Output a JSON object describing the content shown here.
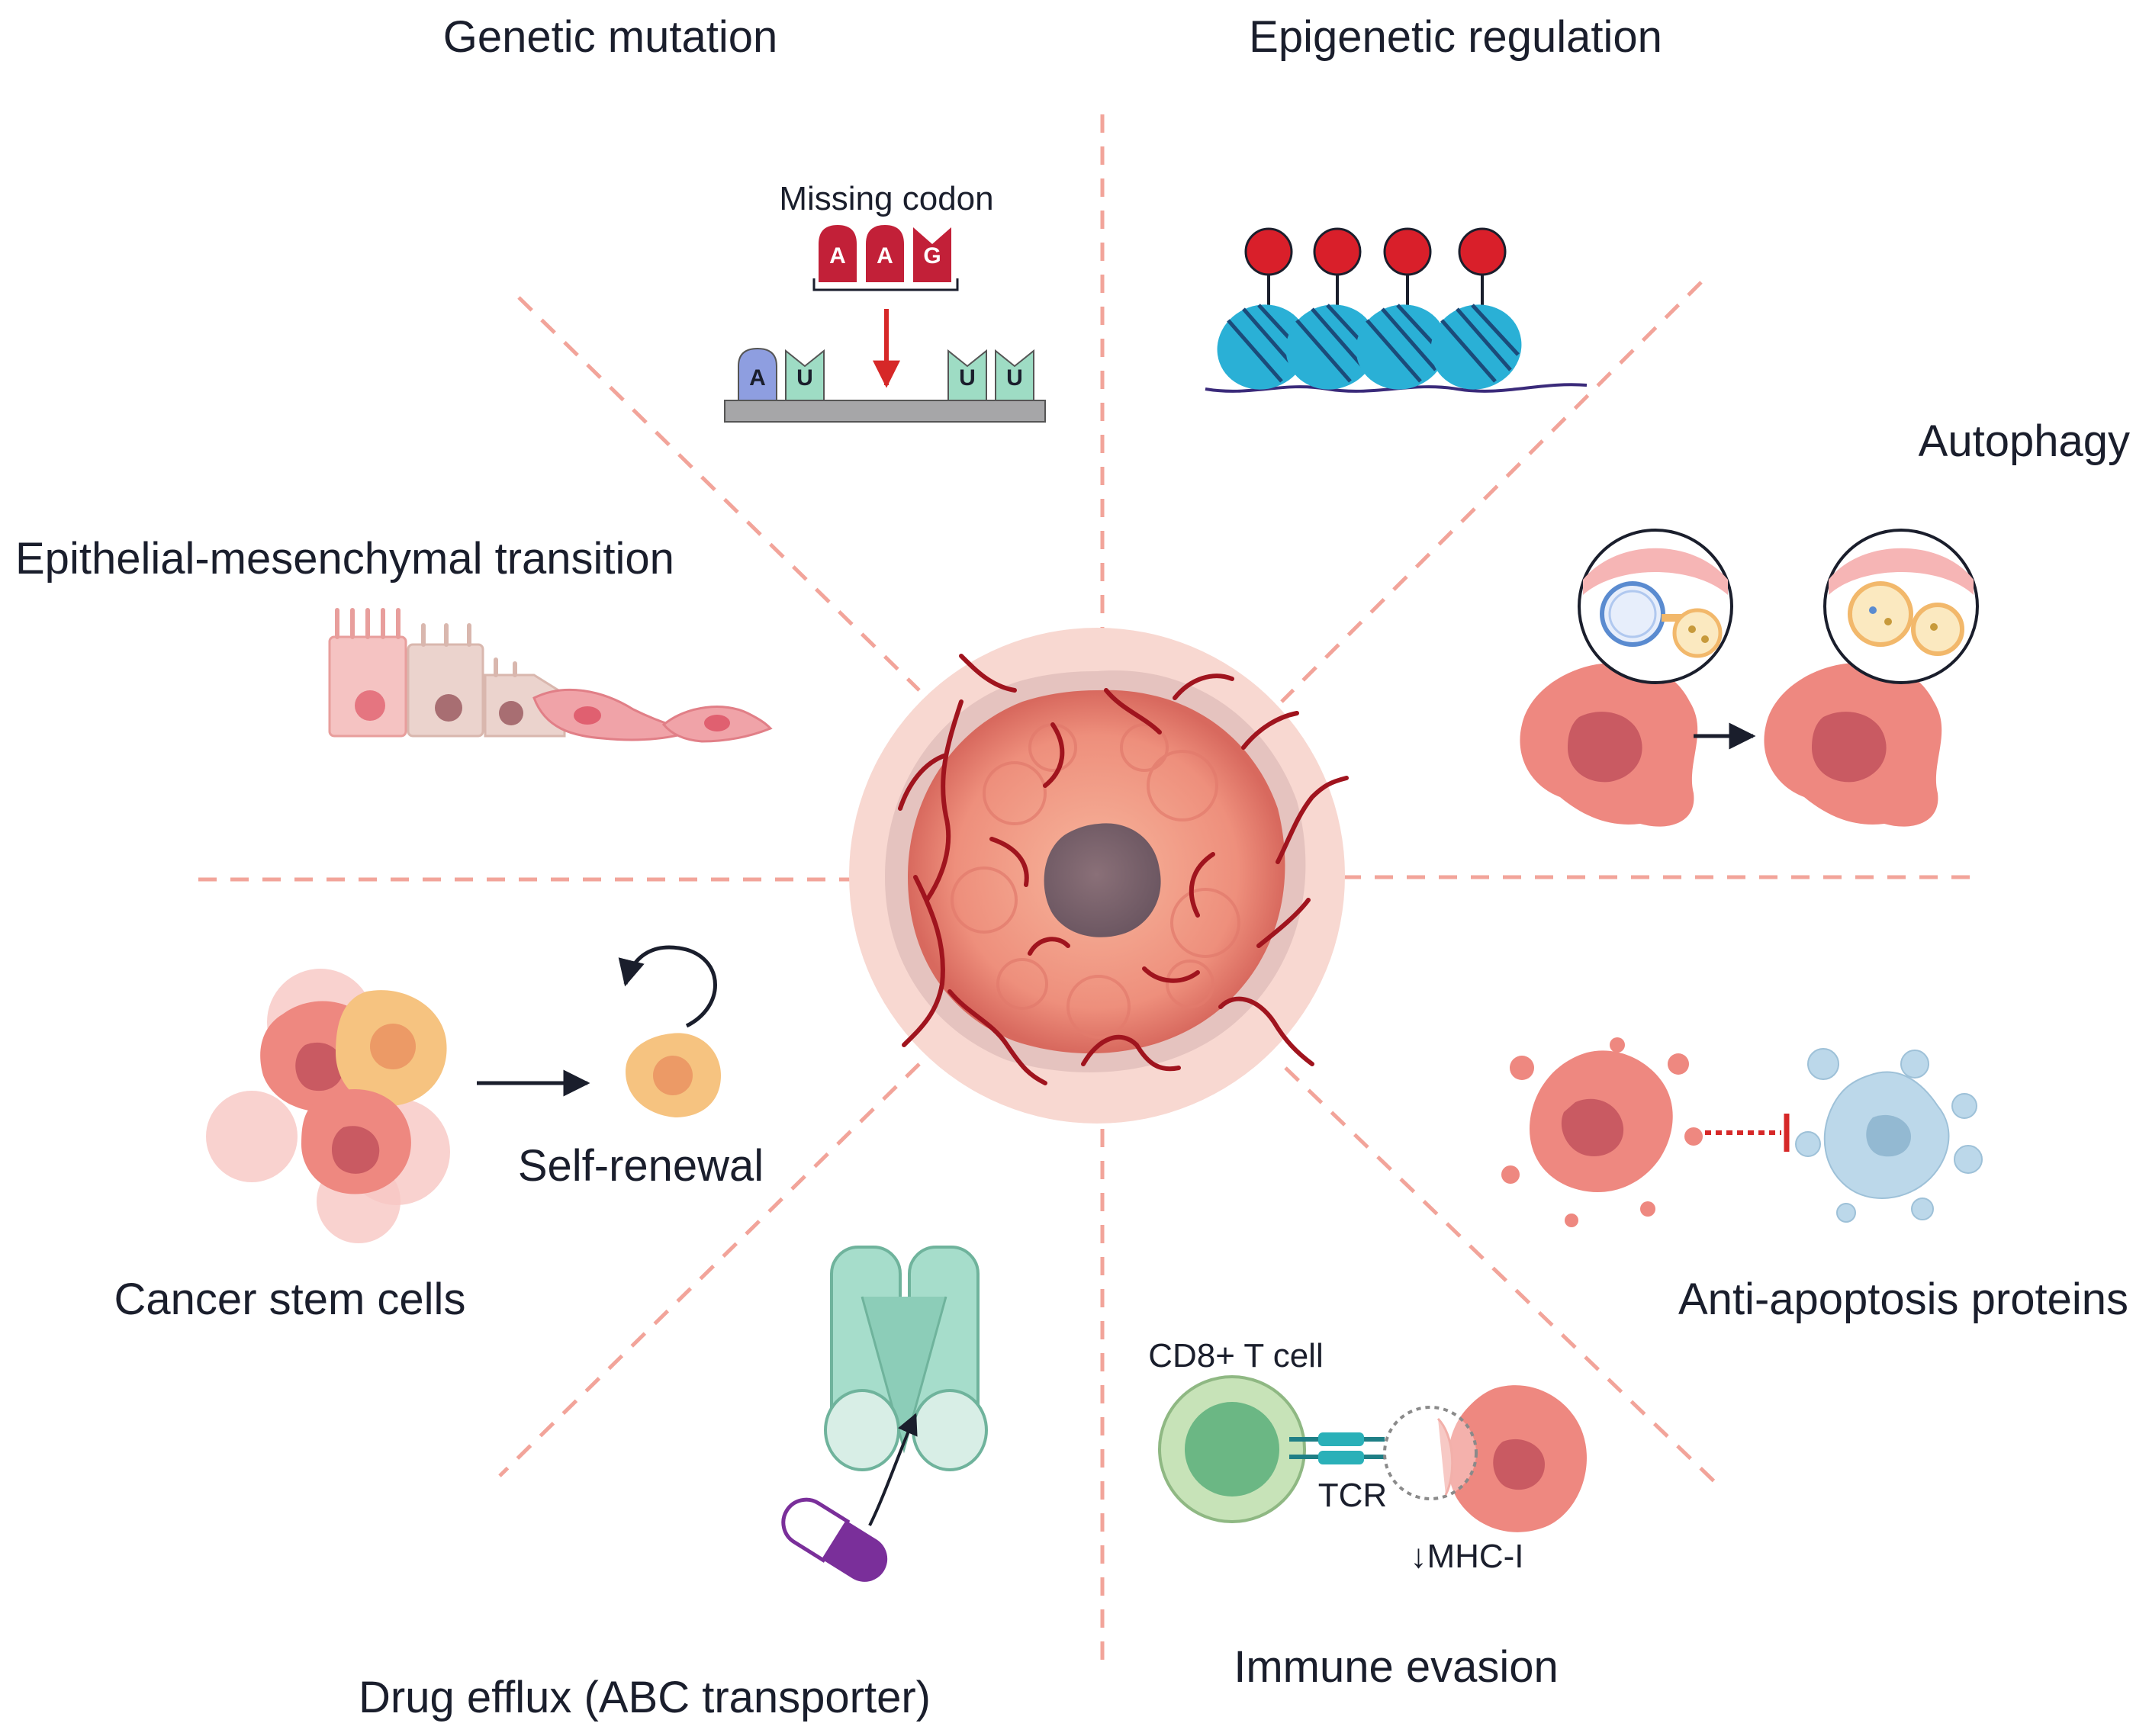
{
  "sections": {
    "genetic_mutation": "Genetic mutation",
    "epigenetic_regulation": "Epigenetic regulation",
    "autophagy": "Autophagy",
    "emt": "Epithelial-mesenchymal transition",
    "cancer_stem_cells": "Cancer stem cells",
    "anti_apoptosis": "Anti-apoptosis proteins",
    "drug_efflux": "Drug efflux (ABC transporter)",
    "immune_evasion": "Immune evasion"
  },
  "genetic": {
    "missing_codon": "Missing codon",
    "codon_bases": [
      "A",
      "A",
      "G"
    ],
    "strand_bases": [
      "A",
      "U",
      "U",
      "U"
    ]
  },
  "stem": {
    "self_renewal": "Self-renewal"
  },
  "immune": {
    "cd8": "CD8+ T cell",
    "tcr": "TCR",
    "mhc": "↓MHC-I"
  },
  "colors": {
    "divider": "#f2a49a",
    "codon_red": "#c22038",
    "adenine_blue": "#8e9ee0",
    "uracil_green": "#9edcc4",
    "nucleosome_cyan": "#2ab0d6",
    "methyl_red": "#d91f2a",
    "tumor_pink": "#ee8880",
    "stem_yellow": "#f6c380",
    "apoptotic_blue": "#bcd8ea",
    "tcell_green": "#9fd09a",
    "transporter_teal": "#8ccdb8",
    "capsule_purple": "#7a2f9a"
  }
}
